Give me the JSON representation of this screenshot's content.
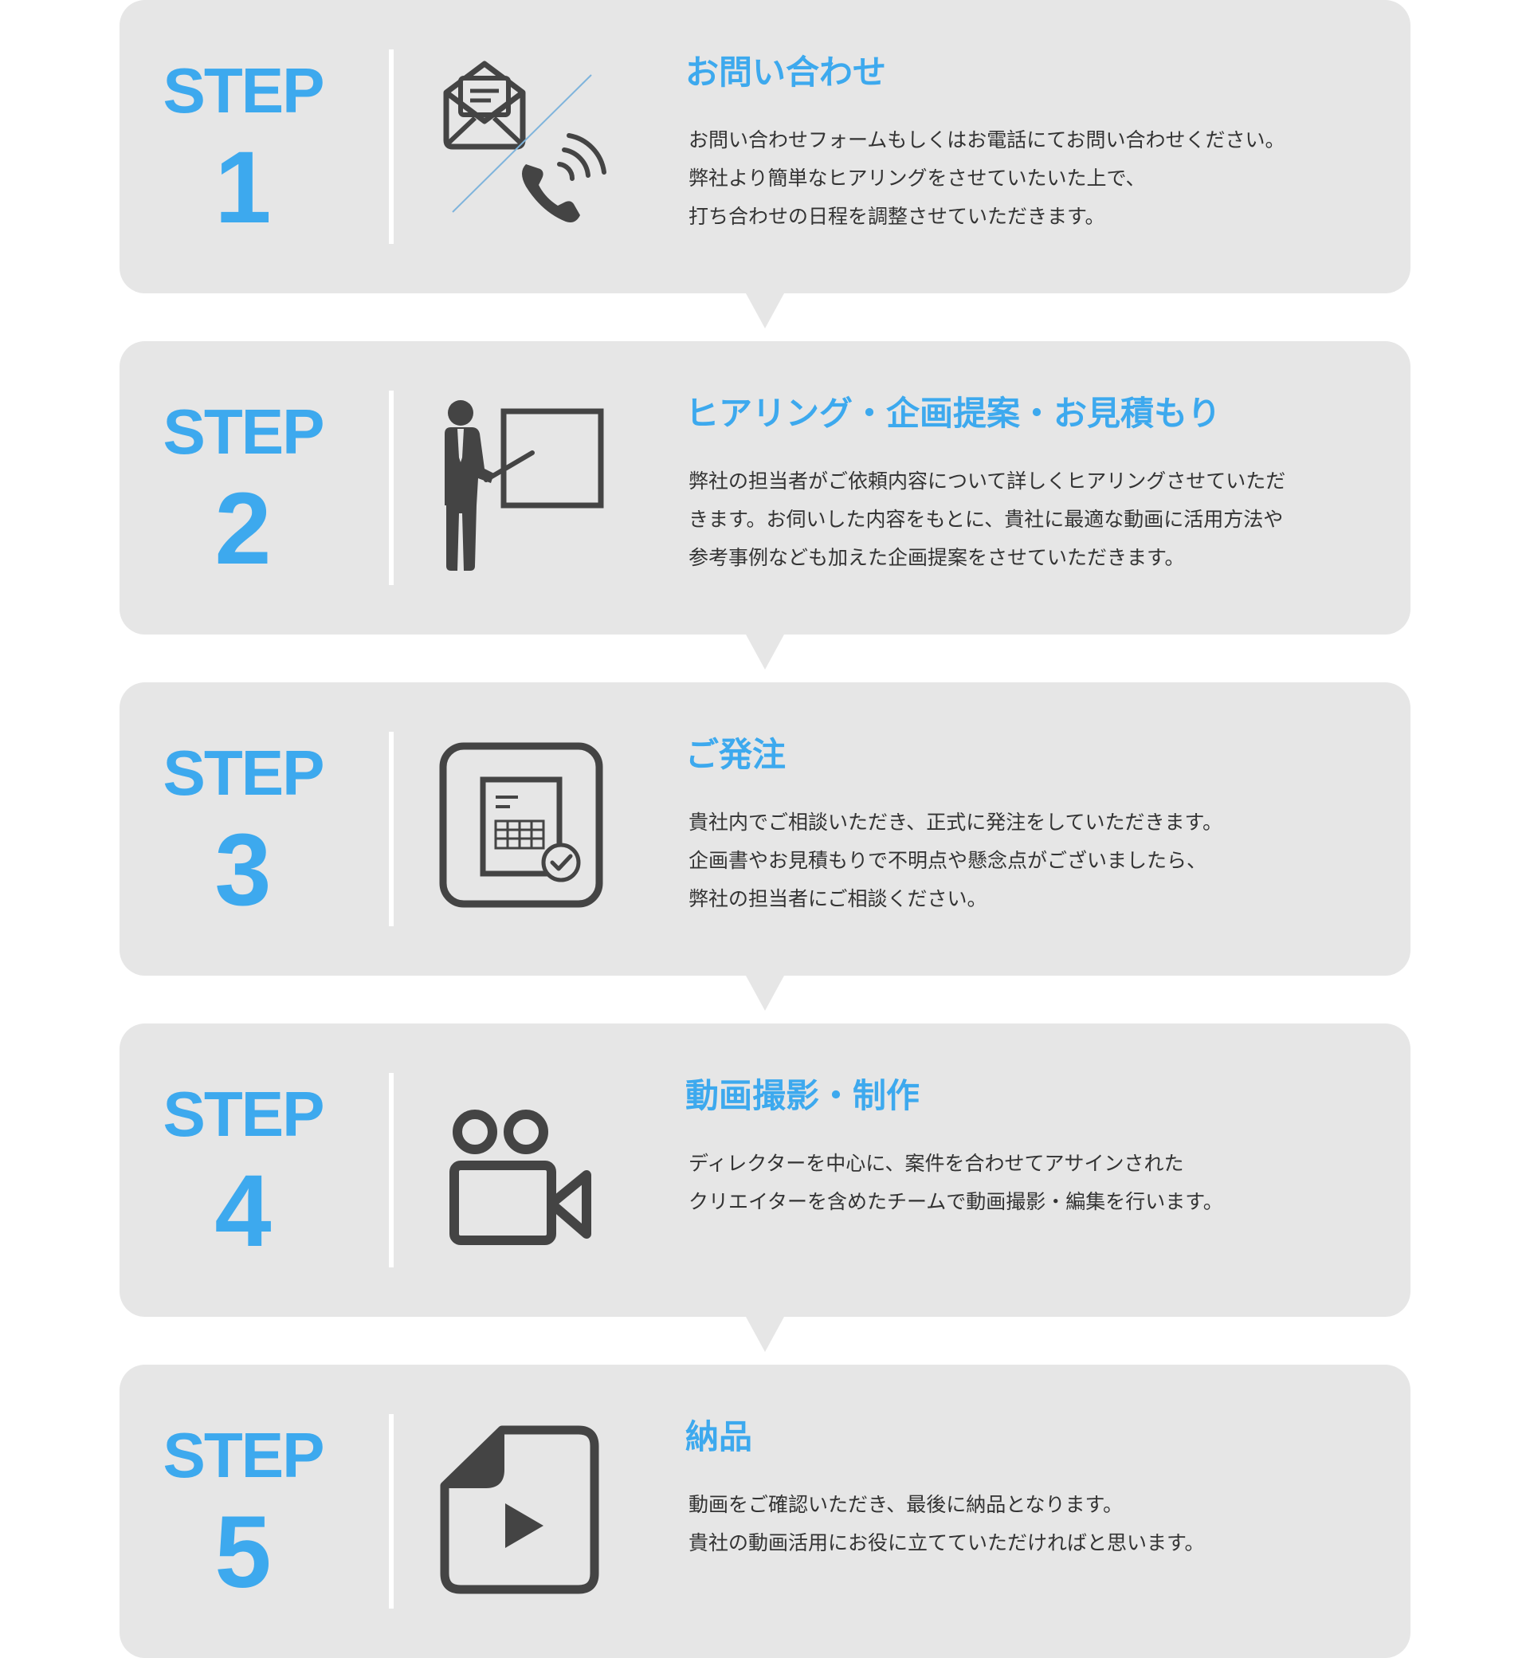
{
  "theme": {
    "accent": "#3da9ee",
    "card_background": "#e6e6e6",
    "icon_color": "#444444",
    "text_color": "#333333"
  },
  "steps": [
    {
      "label": "STEP",
      "number": "1",
      "icon": "mail-phone-icon",
      "title": "お問い合わせ",
      "lines": [
        "お問い合わせフォームもしくはお電話にてお問い合わせください。",
        "弊社より簡単なヒアリングをさせていたいた上で、",
        "打ち合わせの日程を調整させていただきます。"
      ]
    },
    {
      "label": "STEP",
      "number": "2",
      "icon": "presenter-icon",
      "title": "ヒアリング・企画提案・お見積もり",
      "lines": [
        "弊社の担当者がご依頼内容について詳しくヒアリングさせていただ",
        "きます。お伺いした内容をもとに、貴社に最適な動画に活用方法や",
        "参考事例なども加えた企画提案をさせていただきます。"
      ]
    },
    {
      "label": "STEP",
      "number": "3",
      "icon": "order-document-icon",
      "title": "ご発注",
      "lines": [
        "貴社内でご相談いただき、正式に発注をしていただきます。",
        "企画書やお見積もりで不明点や懸念点がございましたら、",
        "弊社の担当者にご相談ください。"
      ]
    },
    {
      "label": "STEP",
      "number": "4",
      "icon": "video-camera-icon",
      "title": "動画撮影・制作",
      "lines": [
        "ディレクターを中心に、案件を合わせてアサインされた",
        "クリエイターを含めたチームで動画撮影・編集を行います。"
      ]
    },
    {
      "label": "STEP",
      "number": "5",
      "icon": "video-file-icon",
      "title": "納品",
      "lines": [
        "動画をご確認いただき、最後に納品となります。",
        "貴社の動画活用にお役に立てていただければと思います。"
      ]
    }
  ]
}
